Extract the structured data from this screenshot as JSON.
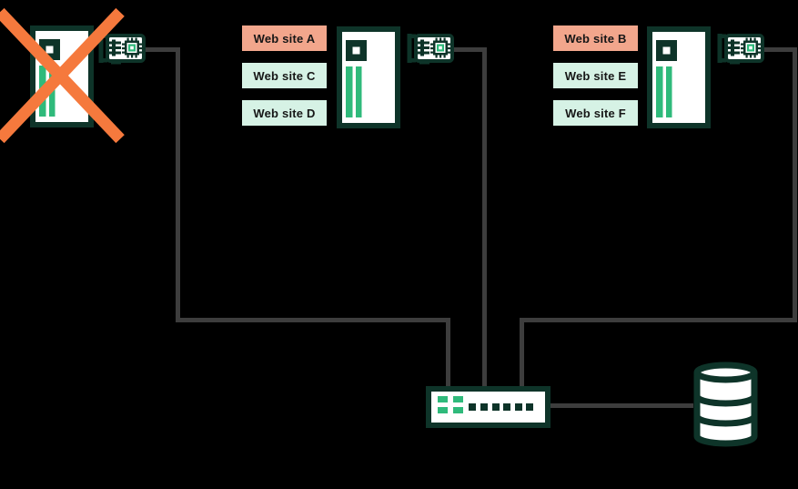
{
  "diagram_title": "web-farm-failover-diagram",
  "colors": {
    "background": "#000000",
    "outline_dark_green": "#0E3429",
    "accent_green": "#2FBA7B",
    "highlight_salmon": "#F2A68C",
    "highlight_mint": "#D6F2E5",
    "failure_orange": "#F5793D",
    "connector_gray": "#3D3D3D",
    "fill_white": "#FFFFFF"
  },
  "servers": [
    {
      "name": "failed-server",
      "status": "failed",
      "websites": []
    },
    {
      "name": "server-2",
      "status": "running",
      "websites": [
        {
          "label": "Web site A",
          "tone": "salmon"
        },
        {
          "label": "Web site C",
          "tone": "mint"
        },
        {
          "label": "Web site D",
          "tone": "mint"
        }
      ]
    },
    {
      "name": "server-3",
      "status": "running",
      "websites": [
        {
          "label": "Web site B",
          "tone": "salmon"
        },
        {
          "label": "Web site E",
          "tone": "mint"
        },
        {
          "label": "Web site F",
          "tone": "mint"
        }
      ]
    }
  ],
  "network": {
    "switch": {
      "name": "ethernet-switch",
      "uplinks": 3,
      "port_leds": 6
    },
    "database": {
      "name": "shared-database",
      "segments": 3
    }
  }
}
